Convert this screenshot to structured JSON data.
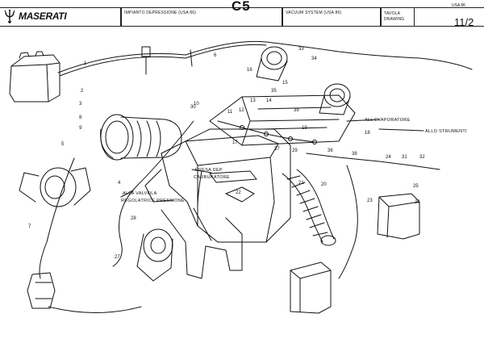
{
  "header": {
    "code": "C5",
    "brand": "MASERATI",
    "title_it": "IMPIANTO DEPRESSIONE (USA 86)",
    "title_en": "VACUUM SYSTEM (USA 86)",
    "table_label_it": "TAVOLA",
    "table_label_en": "DRAWING",
    "sheet": "11/2",
    "top_right_tag": "USA 86"
  },
  "callouts": {
    "evaporator": "ALL EVAPORATORE",
    "instruments": "ALLO STRUMENTI",
    "carb_1": "PRESA DEP.",
    "carb_2": "CARBURATORE",
    "valve_1": "ALLA VALVOLA",
    "valve_2": "REGOLATRICE PRESSIONE"
  },
  "part_numbers": [
    "1",
    "2",
    "3",
    "4",
    "5",
    "6",
    "7",
    "8",
    "9",
    "10",
    "11",
    "12",
    "13",
    "14",
    "15",
    "16",
    "17",
    "18",
    "19",
    "20",
    "21",
    "22",
    "23",
    "24",
    "25",
    "26",
    "27",
    "28",
    "29",
    "30",
    "31",
    "32",
    "33",
    "34",
    "35",
    "36",
    "37",
    "38",
    "39"
  ]
}
